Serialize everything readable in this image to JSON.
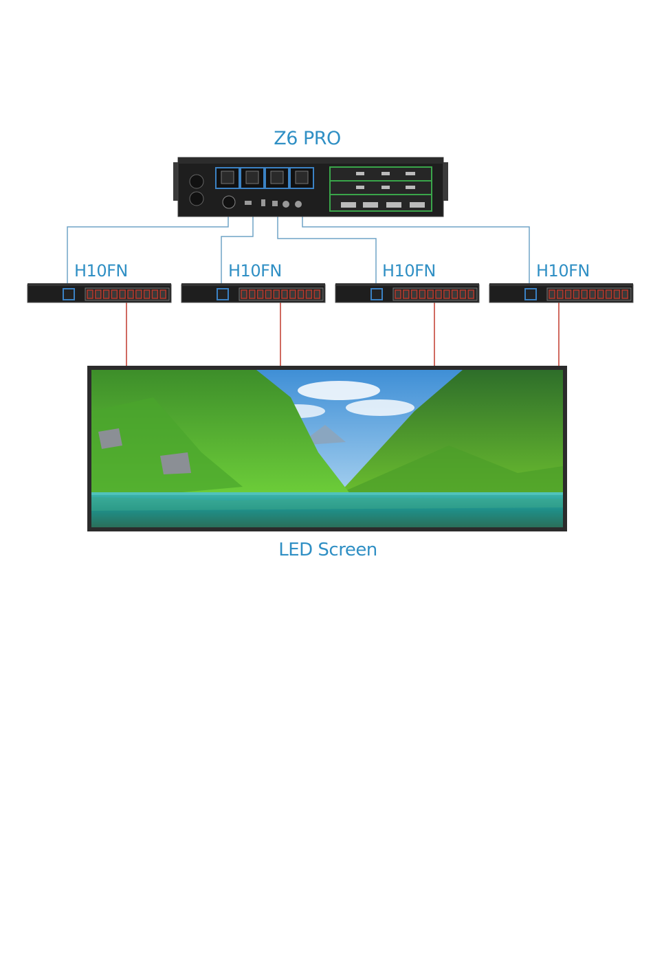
{
  "diagram": {
    "controller": {
      "label": "Z6 PRO"
    },
    "receivers": [
      {
        "label": "H10FN"
      },
      {
        "label": "H10FN"
      },
      {
        "label": "H10FN"
      },
      {
        "label": "H10FN"
      }
    ],
    "screen": {
      "label": "LED Screen"
    },
    "colors": {
      "label_blue": "#2f8fc4",
      "fiber_line": "#6fa3c6",
      "ethernet_line": "#c0392b",
      "chassis": "#1e1e1e",
      "port_accent": "#3b82c4",
      "card_green": "#3aa64a"
    }
  }
}
